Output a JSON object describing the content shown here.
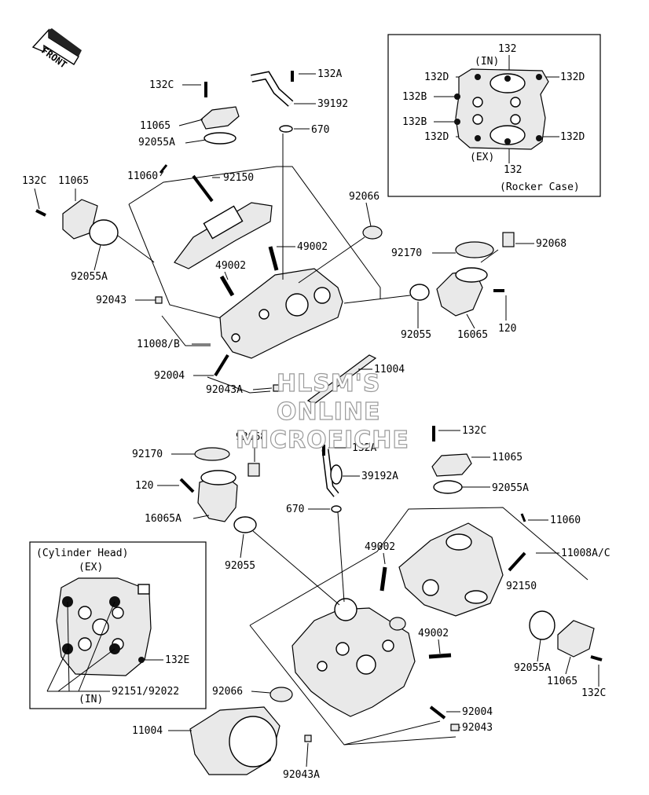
{
  "front_arrow": {
    "text": "FRONT"
  },
  "watermark": {
    "lines": [
      "HLSM'S",
      "ONLINE",
      "MICROFICHE"
    ]
  },
  "inset_rocker": {
    "title": "(Rocker Case)",
    "in_label": "(IN)",
    "ex_label": "(EX)",
    "labels": [
      "132",
      "132",
      "132D",
      "132D",
      "132B",
      "132B",
      "132D",
      "132D"
    ]
  },
  "inset_head": {
    "title": "(Cylinder Head)",
    "ex_label": "(EX)",
    "in_label": "(IN)",
    "labels": [
      "132E",
      "92151/92022"
    ]
  },
  "front_labels": [
    "132C",
    "11065",
    "92055A",
    "11060",
    "132A",
    "39192",
    "670",
    "92150",
    "132C",
    "11065",
    "92055A",
    "92066",
    "49002",
    "49002",
    "92043",
    "11008/B",
    "92004",
    "92043A",
    "11004",
    "92170",
    "92068",
    "92055",
    "16065",
    "120"
  ],
  "rear_labels": [
    "92068",
    "92170",
    "120",
    "16065A",
    "132A",
    "39192A",
    "670",
    "92055",
    "132C",
    "11065",
    "92055A",
    "11060",
    "11008A/C",
    "49002",
    "92150",
    "49002",
    "92055A",
    "11065",
    "132C",
    "92066",
    "92004",
    "92043",
    "11004",
    "92043A"
  ]
}
